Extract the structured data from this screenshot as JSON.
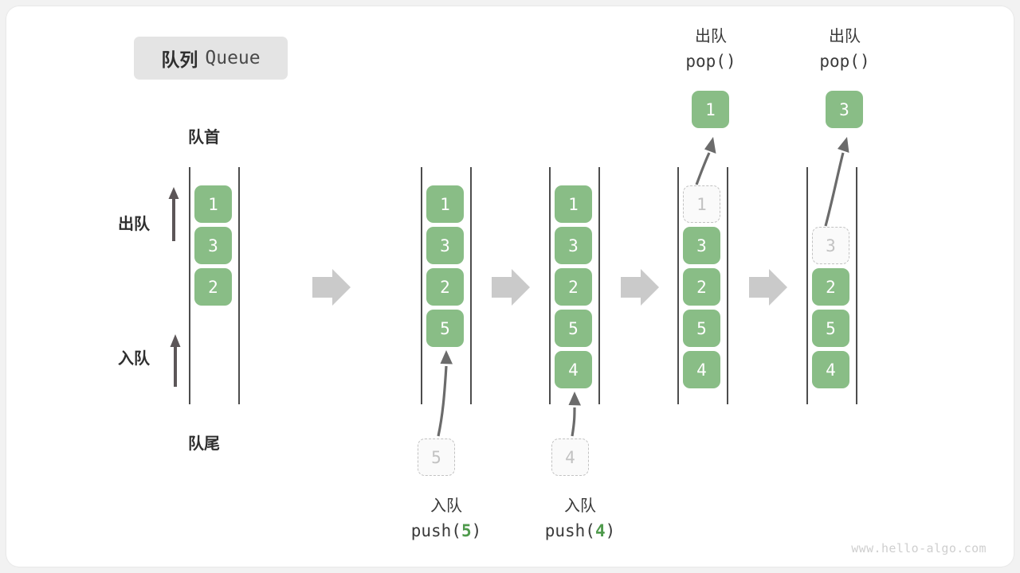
{
  "title": {
    "cn": "队列",
    "en": "Queue"
  },
  "labels": {
    "head": "队首",
    "tail": "队尾",
    "dequeue_arrow": "出队",
    "enqueue_arrow": "入队"
  },
  "watermark": "www.hello-algo.com",
  "colors": {
    "cell_green": "#89bd86",
    "ghost_border": "#c2c2c2",
    "ghost_text": "#c2c2c2",
    "rail": "#4d4d4d",
    "arrow_gray": "#cccccc",
    "curve_arrow": "#6b6b6b",
    "code_number": "#4f9a4c",
    "title_chip_bg": "#e4e4e4"
  },
  "stages": [
    {
      "name": "initial-queue",
      "cells": [
        {
          "value": "1",
          "state": "filled"
        },
        {
          "value": "3",
          "state": "filled"
        },
        {
          "value": "2",
          "state": "filled"
        }
      ],
      "incoming": null,
      "outgoing": null,
      "caption": null
    },
    {
      "name": "after-push-5",
      "cells": [
        {
          "value": "1",
          "state": "filled"
        },
        {
          "value": "3",
          "state": "filled"
        },
        {
          "value": "2",
          "state": "filled"
        },
        {
          "value": "5",
          "state": "filled"
        }
      ],
      "incoming": {
        "value": "5",
        "state": "ghost"
      },
      "outgoing": null,
      "caption": {
        "cn": "入队",
        "code_prefix": "push(",
        "code_num": "5",
        "code_suffix": ")"
      }
    },
    {
      "name": "after-push-4",
      "cells": [
        {
          "value": "1",
          "state": "filled"
        },
        {
          "value": "3",
          "state": "filled"
        },
        {
          "value": "2",
          "state": "filled"
        },
        {
          "value": "5",
          "state": "filled"
        },
        {
          "value": "4",
          "state": "filled"
        }
      ],
      "incoming": {
        "value": "4",
        "state": "ghost"
      },
      "outgoing": null,
      "caption": {
        "cn": "入队",
        "code_prefix": "push(",
        "code_num": "4",
        "code_suffix": ")"
      }
    },
    {
      "name": "after-pop-1",
      "cells": [
        {
          "value": "1",
          "state": "ghost"
        },
        {
          "value": "3",
          "state": "filled"
        },
        {
          "value": "2",
          "state": "filled"
        },
        {
          "value": "5",
          "state": "filled"
        },
        {
          "value": "4",
          "state": "filled"
        }
      ],
      "incoming": null,
      "outgoing": {
        "value": "1",
        "state": "filled"
      },
      "caption": {
        "cn": "出队",
        "code_prefix": "pop(",
        "code_num": "",
        "code_suffix": ")"
      }
    },
    {
      "name": "after-pop-3",
      "cells": [
        {
          "value": "",
          "state": "empty"
        },
        {
          "value": "3",
          "state": "ghost"
        },
        {
          "value": "2",
          "state": "filled"
        },
        {
          "value": "5",
          "state": "filled"
        },
        {
          "value": "4",
          "state": "filled"
        }
      ],
      "incoming": null,
      "outgoing": {
        "value": "3",
        "state": "filled"
      },
      "caption": {
        "cn": "出队",
        "code_prefix": "pop(",
        "code_num": "",
        "code_suffix": ")"
      }
    }
  ]
}
